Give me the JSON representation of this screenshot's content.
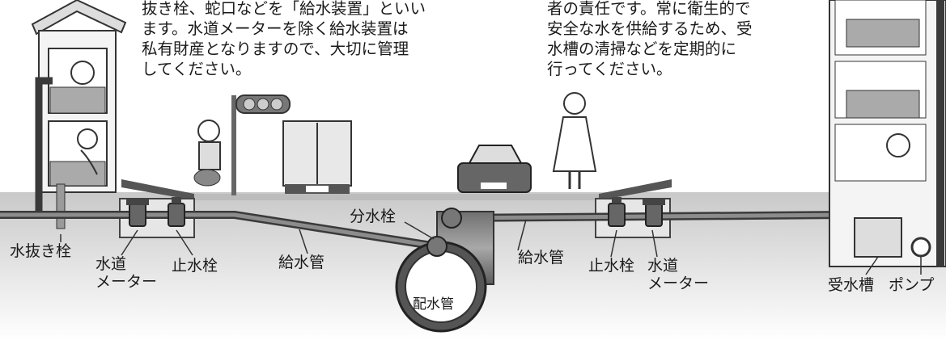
{
  "text_left": "抜き栓、蛇口などを「給水装置」といい\nます。水道メーターを除く給水装置は\n私有財産となりますので、大切に管理\nしてください。",
  "text_right": "者の責任です。常に衛生的で\n安全な水を供給するため、受\n水槽の清掃などを定期的に\n行ってください。",
  "labels": {
    "drain_plug": "水抜き栓",
    "water_meter_left": "水道\nメーター",
    "stop_valve_left": "止水栓",
    "service_pipe_left": "給水管",
    "branch_valve": "分水栓",
    "distribution_main": "配水管",
    "service_pipe_right": "給水管",
    "stop_valve_right": "止水栓",
    "water_meter_right": "水道\nメーター",
    "receiving_tank": "受水槽",
    "pump": "ポンプ"
  },
  "colors": {
    "ground": "#d0d0d0",
    "pipe": "#3a3a3a",
    "pipe_fill": "#8c8c8c",
    "ink": "#1a1a1a"
  }
}
